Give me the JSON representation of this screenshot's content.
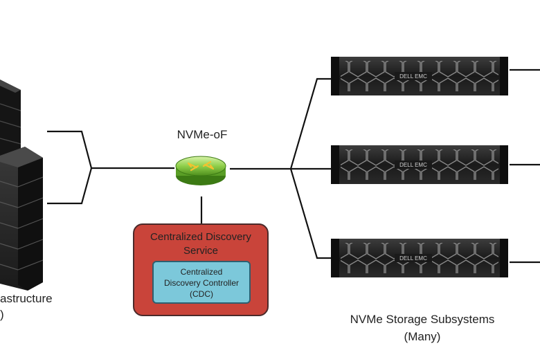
{
  "fabric": {
    "label": "NVMe-oF"
  },
  "host": {
    "label_line1": "astructure",
    "label_line2": ")"
  },
  "cds": {
    "title_line1": "Centralized Discovery",
    "title_line2": "Service",
    "cdc_line1": "Centralized",
    "cdc_line2": "Discovery Controller",
    "cdc_line3": "(CDC)"
  },
  "storage": {
    "label_line1": "NVMe Storage Subsystems",
    "label_line2": "(Many)",
    "brand": "DELL EMC",
    "count": 3
  },
  "colors": {
    "cds_fill": "#c9443a",
    "cdc_fill": "#7cc8da",
    "switch_green": "#8fcf4a",
    "server_dark": "#1c1c1c"
  },
  "icons": [
    "server-rack-icon",
    "network-switch-icon",
    "storage-array-icon"
  ]
}
